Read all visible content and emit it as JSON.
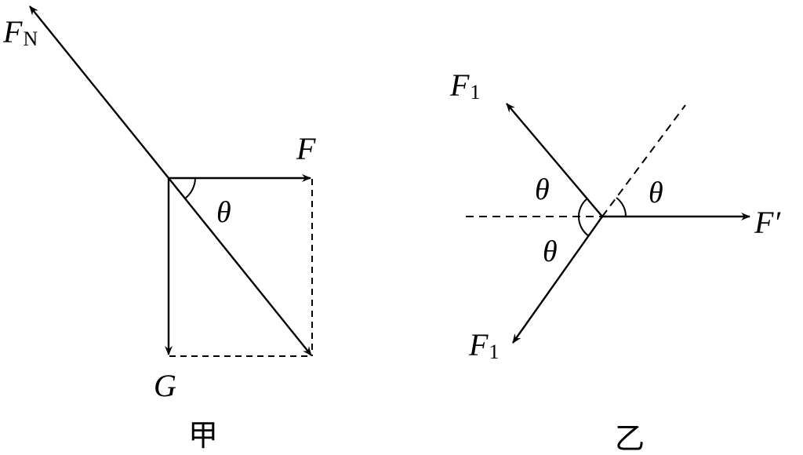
{
  "diagram_a": {
    "label_fn_main": "F",
    "label_fn_sub": "N",
    "label_f": "F",
    "label_g": "G",
    "label_theta": "θ",
    "caption": "甲"
  },
  "diagram_b": {
    "label_f1_top_main": "F",
    "label_f1_top_sub": "1",
    "label_f1_bottom_main": "F",
    "label_f1_bottom_sub": "1",
    "label_f_prime": "F′",
    "label_theta_left_top": "θ",
    "label_theta_left_bottom": "θ",
    "label_theta_right": "θ",
    "caption": "乙"
  },
  "colors": {
    "ink": "#000000",
    "background": "#ffffff"
  }
}
